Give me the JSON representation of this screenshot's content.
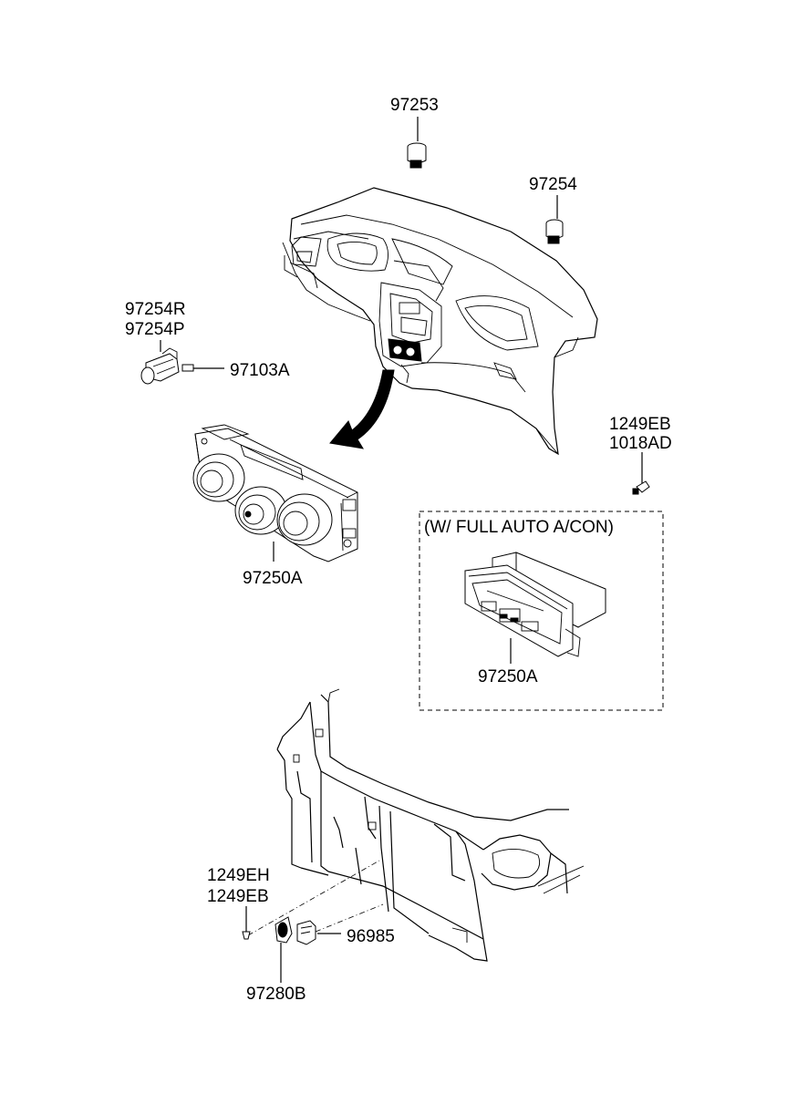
{
  "labels": {
    "p97253": "97253",
    "p97254": "97254",
    "p97254r": "97254R",
    "p97254p": "97254P",
    "p97103a": "97103A",
    "p1249eb_top": "1249EB",
    "p1018ad": "1018AD",
    "p97250a_manual": "97250A",
    "full_auto_title": "(W/ FULL AUTO A/CON)",
    "p97250a_auto": "97250A",
    "p1249eh": "1249EH",
    "p1249eb_bottom": "1249EB",
    "p96985": "96985",
    "p97280b": "97280B"
  },
  "icons": [
    "arrow-icon"
  ],
  "colors": {
    "line": "#000000",
    "background": "#ffffff"
  }
}
